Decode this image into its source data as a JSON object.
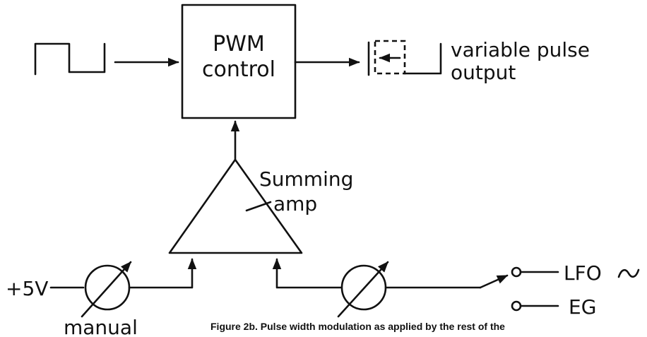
{
  "pwm_block": {
    "line1": "PWM",
    "line2": "control"
  },
  "output_label": {
    "line1": "variable pulse",
    "line2": "output"
  },
  "summing_amp": {
    "line1": "Summing",
    "line2": "amp"
  },
  "inputs": {
    "voltage": "+5V",
    "manual": "manual",
    "lfo": "LFO",
    "eg": "EG"
  },
  "caption": "Figure 2b. Pulse width modulation as applied by the rest of the"
}
